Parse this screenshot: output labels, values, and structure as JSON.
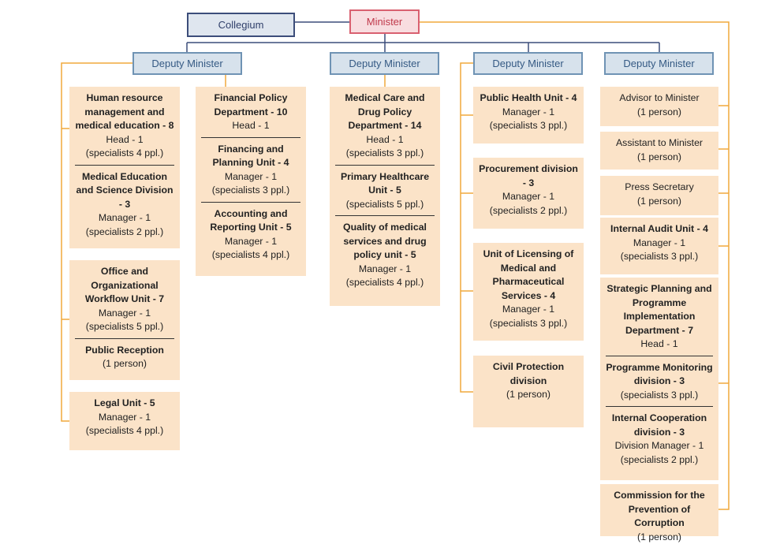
{
  "collegium": "Collegium",
  "minister": "Minister",
  "deputies": [
    "Deputy Minister",
    "Deputy Minister",
    "Deputy Minister",
    "Deputy Minister"
  ],
  "colors": {
    "connector": "#f0a83c",
    "navy": "#3c4d7a",
    "box_fill": "#fbe3c8",
    "minister_border": "#d96070",
    "deputy_border": "#6f93b4"
  },
  "col1": [
    {
      "units": [
        {
          "title": "Human resource management and medical education - 8",
          "lines": [
            "Head - 1",
            "(specialists 4 ppl.)"
          ]
        },
        {
          "title": "Medical Education and Science Division - 3",
          "lines": [
            "Manager - 1",
            "(specialists 2 ppl.)"
          ]
        }
      ]
    },
    {
      "units": [
        {
          "title": "Office and Organizational Workflow Unit - 7",
          "lines": [
            "Manager - 1",
            "(specialists 5 ppl.)"
          ]
        },
        {
          "title": "Public Reception",
          "lines": [
            "(1 person)"
          ]
        }
      ]
    },
    {
      "units": [
        {
          "title": "Legal Unit - 5",
          "lines": [
            "Manager - 1",
            "(specialists 4 ppl.)"
          ]
        }
      ]
    }
  ],
  "col2": [
    {
      "units": [
        {
          "title": "Financial Policy Department - 10",
          "lines": [
            "Head - 1"
          ]
        },
        {
          "title": "Financing and Planning Unit - 4",
          "lines": [
            "Manager - 1",
            "(specialists 3 ppl.)"
          ]
        },
        {
          "title": "Accounting and Reporting Unit - 5",
          "lines": [
            "Manager - 1",
            "(specialists 4 ppl.)"
          ]
        }
      ]
    }
  ],
  "col3": [
    {
      "units": [
        {
          "title": "Medical Care and Drug Policy Department - 14",
          "lines": [
            "Head - 1",
            "(specialists 3 ppl.)"
          ]
        },
        {
          "title": "Primary Healthcare Unit - 5",
          "lines": [
            "(specialists 5 ppl.)"
          ]
        },
        {
          "title": "Quality of medical services and drug policy unit - 5",
          "lines": [
            "Manager - 1",
            "(specialists 4 ppl.)"
          ]
        }
      ]
    }
  ],
  "col4": [
    {
      "units": [
        {
          "title": "Public Health Unit - 4",
          "lines": [
            "Manager - 1",
            "(specialists 3 ppl.)"
          ]
        }
      ]
    },
    {
      "units": [
        {
          "title": "Procurement division - 3",
          "lines": [
            "Manager - 1",
            "(specialists 2 ppl.)"
          ]
        }
      ]
    },
    {
      "units": [
        {
          "title": "Unit of Licensing of Medical and Pharmaceutical Services - 4",
          "lines": [
            "Manager - 1",
            "(specialists 3 ppl.)"
          ]
        }
      ]
    },
    {
      "units": [
        {
          "title": "Civil Protection division",
          "lines": [
            "(1 person)"
          ]
        }
      ]
    }
  ],
  "col5": [
    {
      "units": [
        {
          "title": "",
          "lines": [
            "Advisor to Minister",
            "(1 person)"
          ]
        }
      ]
    },
    {
      "units": [
        {
          "title": "",
          "lines": [
            "Assistant to Minister",
            "(1 person)"
          ]
        }
      ]
    },
    {
      "units": [
        {
          "title": "",
          "lines": [
            "Press Secretary",
            "(1 person)"
          ]
        }
      ]
    },
    {
      "units": [
        {
          "title": "Internal Audit Unit - 4",
          "lines": [
            "Manager - 1",
            "(specialists 3 ppl.)"
          ]
        }
      ]
    },
    {
      "units": [
        {
          "title": "Strategic Planning and Programme Implementation Department - 7",
          "lines": [
            "Head - 1"
          ]
        },
        {
          "title": "Programme Monitoring division - 3",
          "lines": [
            "(specialists 3 ppl.)"
          ]
        },
        {
          "title": "Internal Cooperation division - 3",
          "lines": [
            "Division Manager - 1",
            "(specialists 2 ppl.)"
          ]
        }
      ]
    },
    {
      "units": [
        {
          "title": "Commission for the Prevention of Corruption",
          "lines": [
            "(1 person)"
          ]
        }
      ]
    }
  ]
}
